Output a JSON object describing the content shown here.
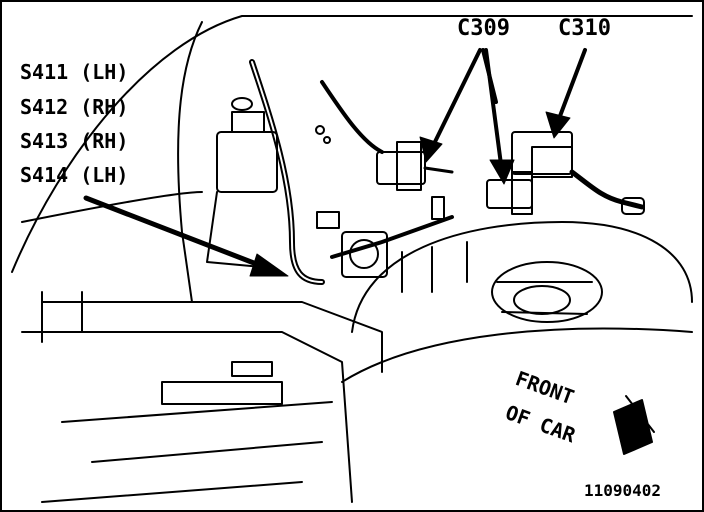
{
  "labels": {
    "splices": [
      "S411 (LH)",
      "S412 (RH)",
      "S413 (RH)",
      "S414 (LH)"
    ],
    "connector_left": "C309",
    "connector_right": "C310",
    "direction_line1": "FRONT",
    "direction_line2": "OF CAR",
    "figure_number": "11090402"
  },
  "colors": {
    "ink": "#000000",
    "paper": "#ffffff"
  },
  "icons": [
    "front-direction-arrow-icon"
  ]
}
